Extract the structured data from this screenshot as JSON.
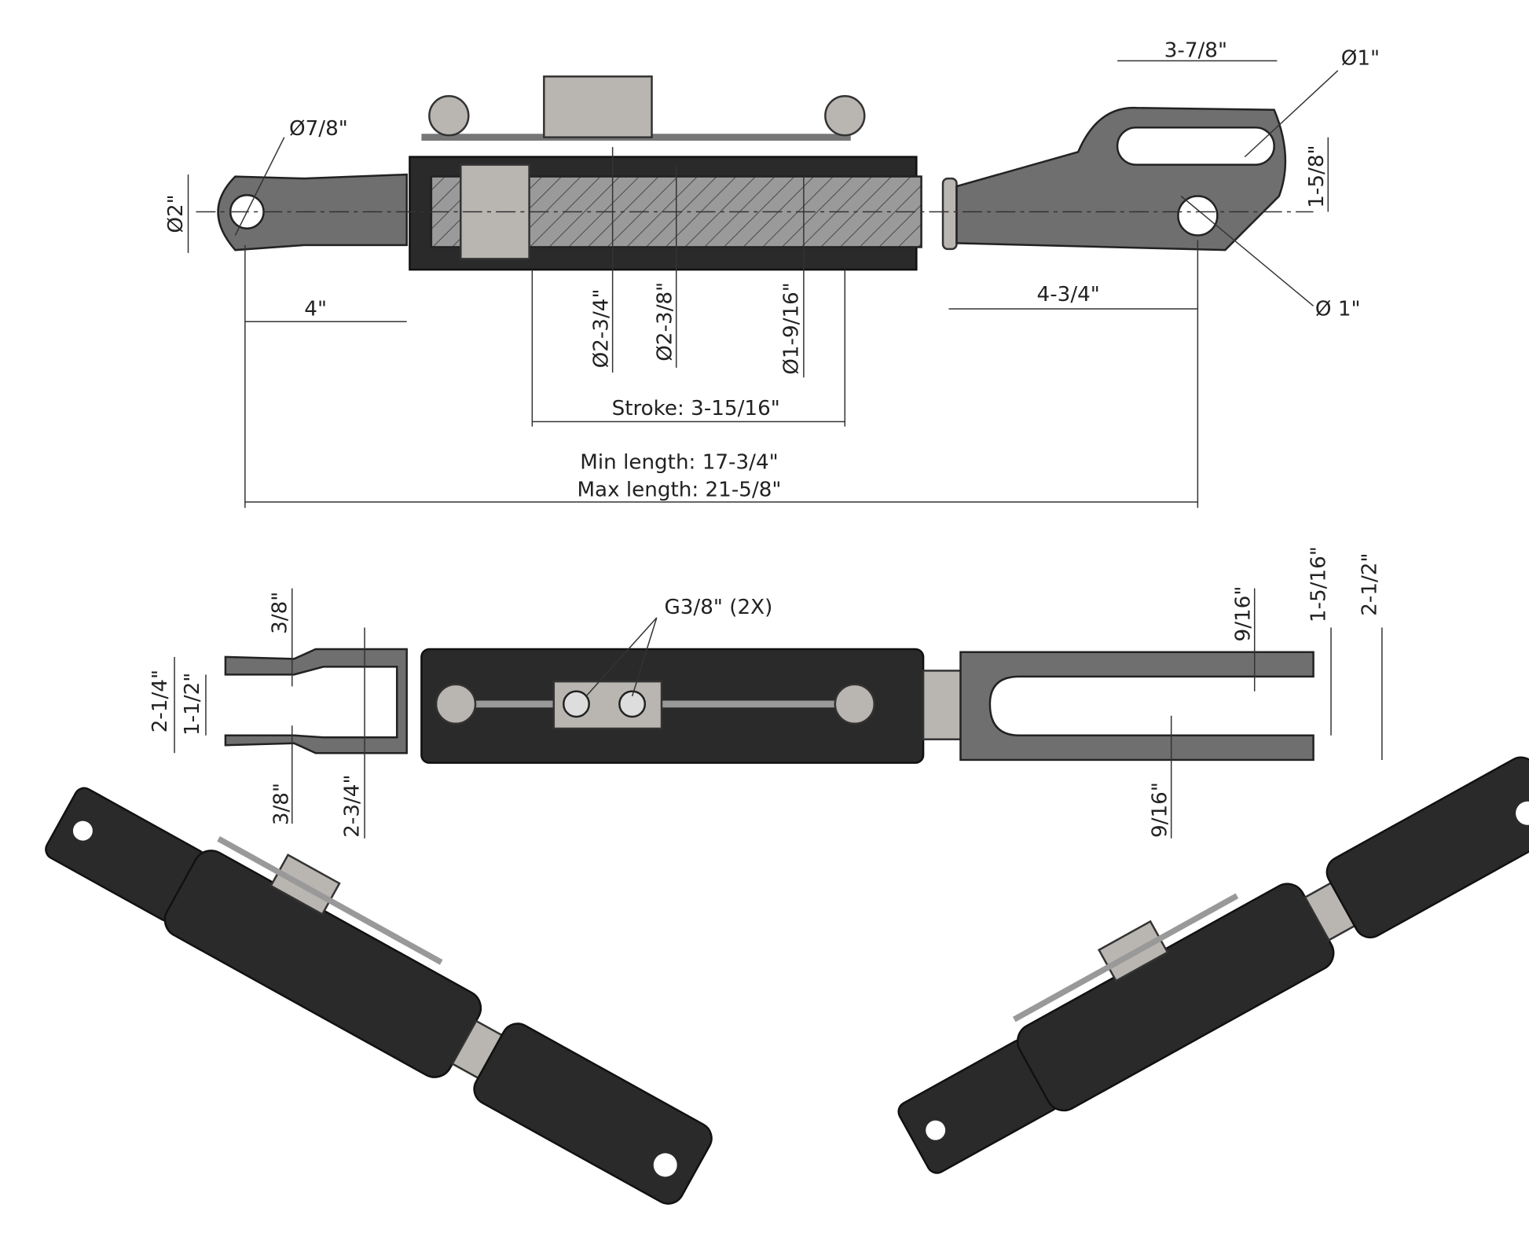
{
  "title": "Hydraulic top link cylinder dimension drawing",
  "top_view": {
    "slot_length": "3-7/8\"",
    "slot_dia": "Ø1\"",
    "eye_dia": "Ø7/8\"",
    "eye_outer": "Ø2\"",
    "slot_offset": "1-5/8\"",
    "left_end": "4\"",
    "right_end": "4-3/4\"",
    "right_hole": "Ø 1\"",
    "barrel_od": "Ø2-3/4\"",
    "bore": "Ø2-3/8\"",
    "rod": "Ø1-9/16\"",
    "stroke": "Stroke: 3-15/16\"",
    "min_length": "Min length: 17-3/4\"",
    "max_length": "Max length: 21-5/8\""
  },
  "side_view": {
    "ports": "G3/8\" (2X)",
    "left_top_plate": "3/8\"",
    "left_outer": "2-1/4\"",
    "left_gap": "1-1/2\"",
    "left_bottom_plate": "3/8\"",
    "left_fork_len": "2-3/4\"",
    "right_top_plate": "9/16\"",
    "right_gap": "1-5/16\"",
    "right_outer": "2-1/2\"",
    "right_bottom_plate": "9/16\""
  }
}
